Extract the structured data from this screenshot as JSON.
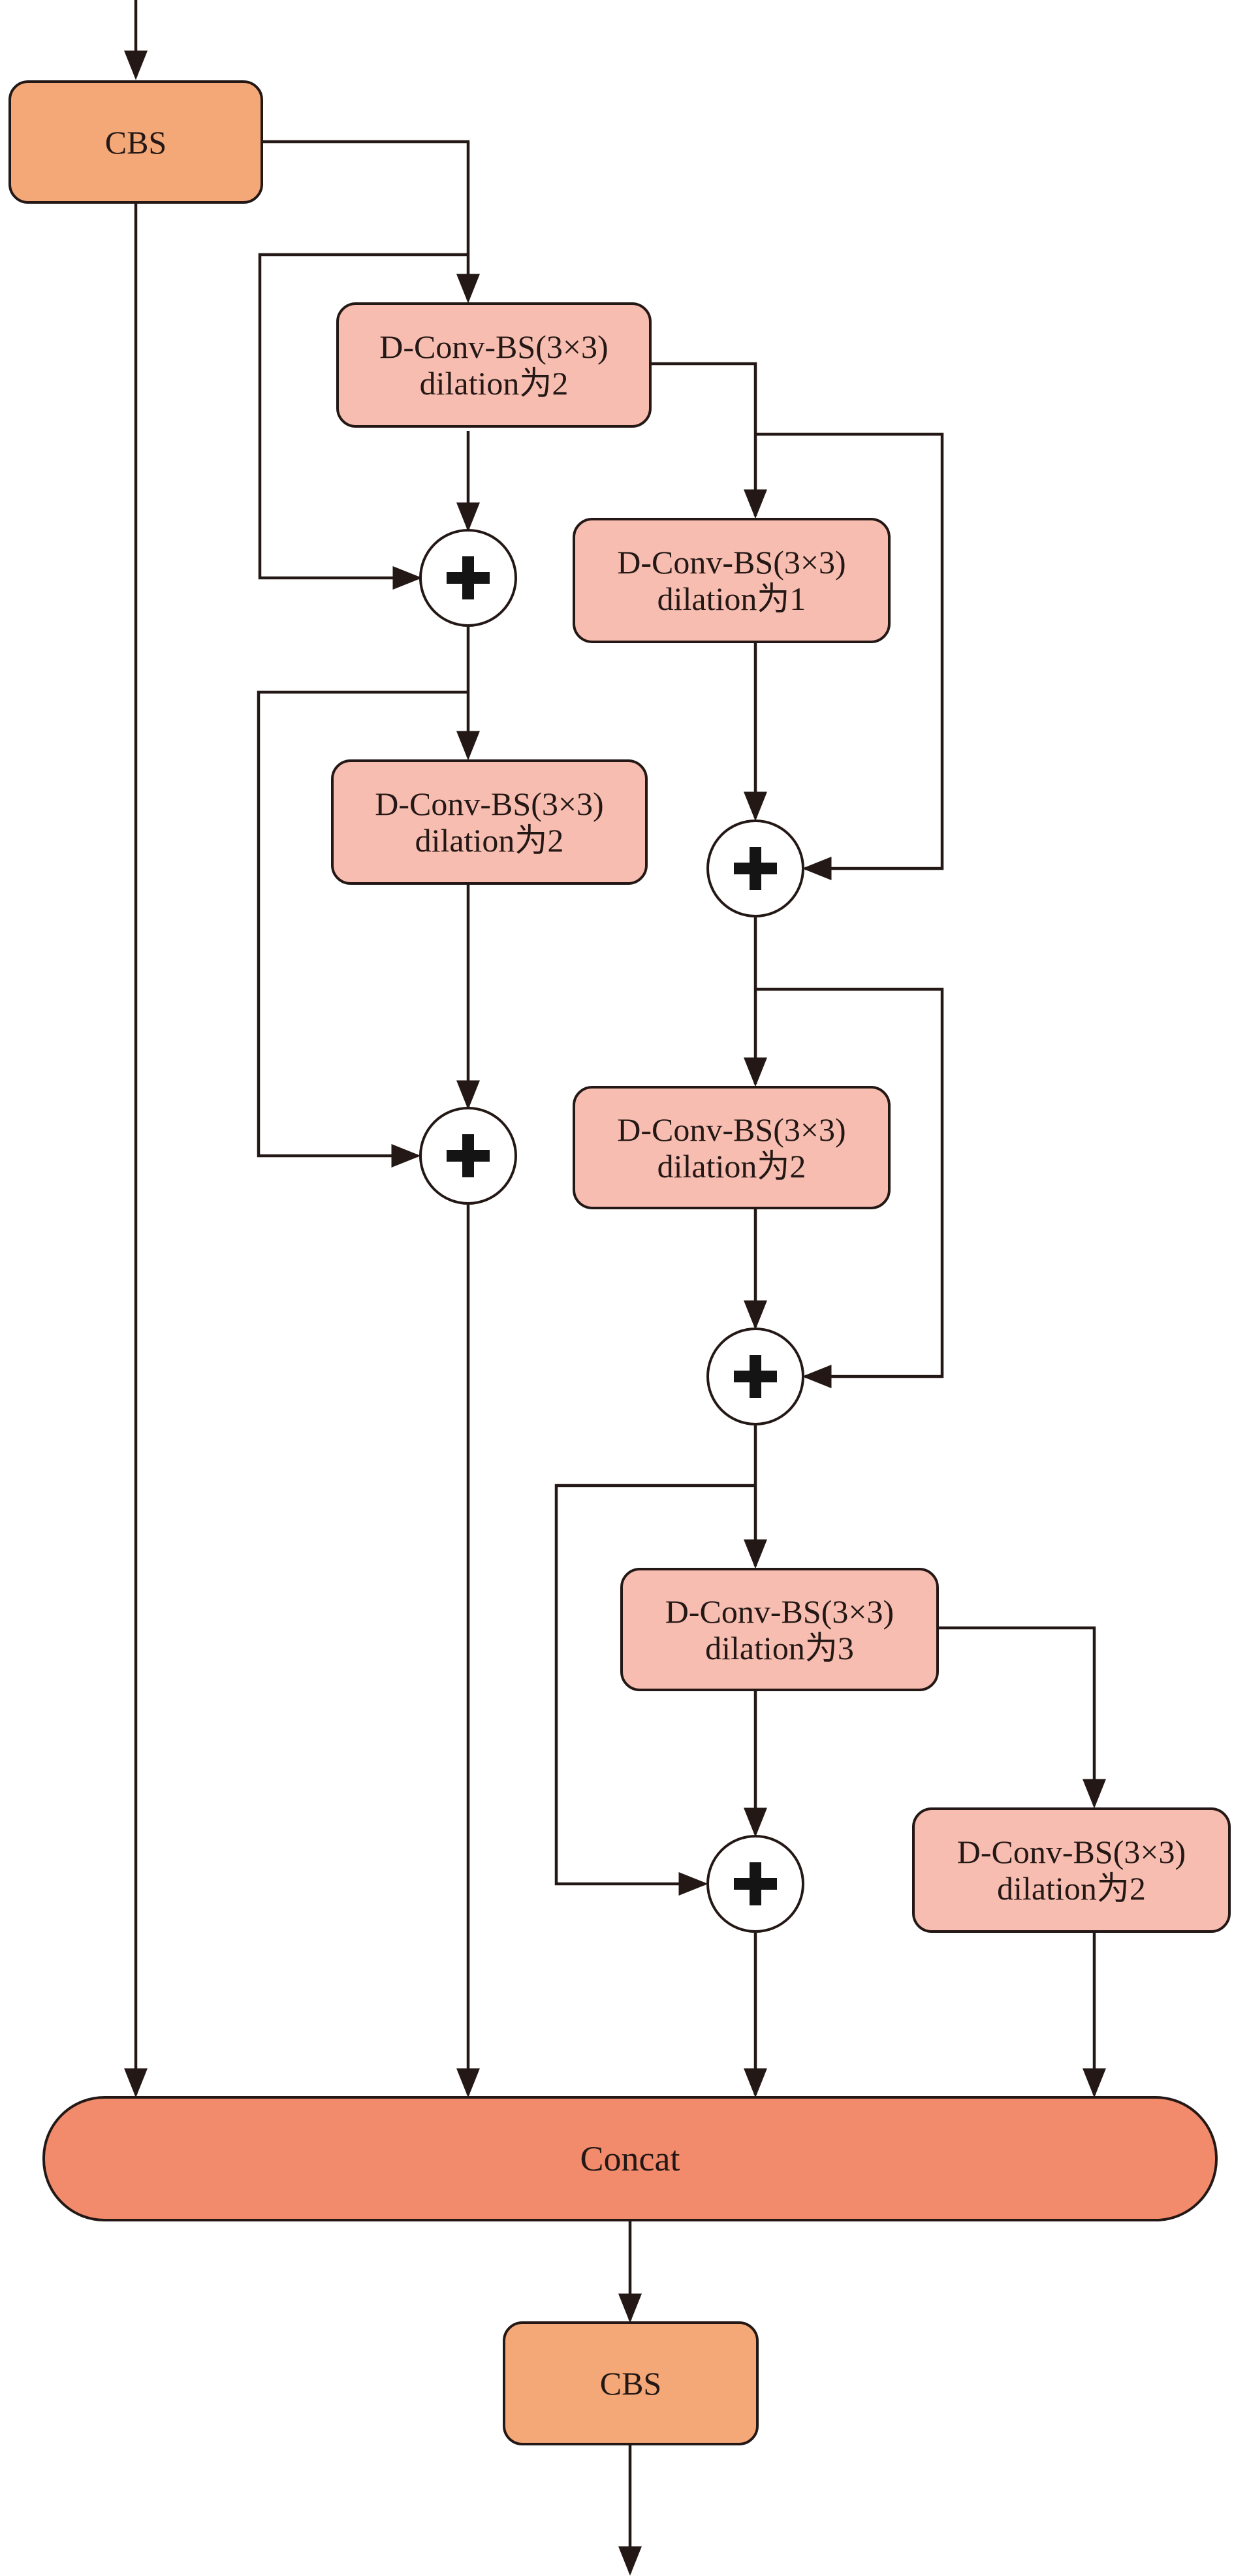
{
  "nodes": {
    "cbs_top": "CBS",
    "conv_1": {
      "line1": "D-Conv-BS(3×3)",
      "line2": "dilation为2"
    },
    "conv_2": {
      "line1": "D-Conv-BS(3×3)",
      "line2": "dilation为1"
    },
    "conv_3": {
      "line1": "D-Conv-BS(3×3)",
      "line2": "dilation为2"
    },
    "conv_4": {
      "line1": "D-Conv-BS(3×3)",
      "line2": "dilation为2"
    },
    "conv_5": {
      "line1": "D-Conv-BS(3×3)",
      "line2": "dilation为3"
    },
    "conv_6": {
      "line1": "D-Conv-BS(3×3)",
      "line2": "dilation为2"
    },
    "concat": "Concat",
    "cbs_bottom": "CBS"
  },
  "colors": {
    "cbs": "#f4a878",
    "conv": "#f8bdb1",
    "concat": "#f28b6c",
    "stroke": "#231815"
  }
}
